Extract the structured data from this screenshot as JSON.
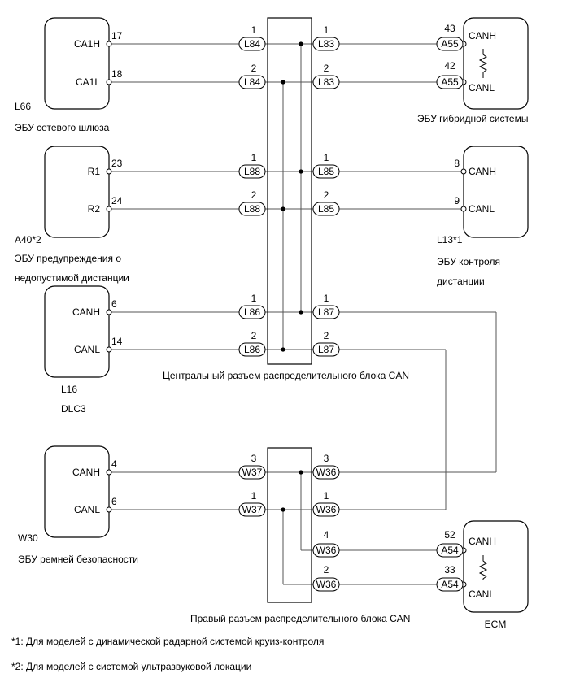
{
  "ecus": [
    {
      "id": "gateway",
      "code": "L66",
      "name": "ЭБУ сетевого шлюза",
      "pins": [
        {
          "label": "CA1H",
          "num": "17"
        },
        {
          "label": "CA1L",
          "num": "18"
        }
      ]
    },
    {
      "id": "dist-warning",
      "code": "A40*2",
      "name_lines": [
        "ЭБУ предупреждения о",
        "недопустимой дистанции"
      ],
      "pins": [
        {
          "label": "R1",
          "num": "23"
        },
        {
          "label": "R2",
          "num": "24"
        }
      ]
    },
    {
      "id": "dlc3",
      "code": "L16",
      "name": "DLC3",
      "pins": [
        {
          "label": "CANH",
          "num": "6"
        },
        {
          "label": "CANL",
          "num": "14"
        }
      ]
    },
    {
      "id": "seatbelt",
      "code": "W30",
      "name": "ЭБУ ремней безопасности",
      "pins": [
        {
          "label": "CANH",
          "num": "4"
        },
        {
          "label": "CANL",
          "num": "6"
        }
      ]
    },
    {
      "id": "hybrid",
      "code": "",
      "name": "ЭБУ гибридной системы",
      "pins": [
        {
          "label": "CANH",
          "num": "43",
          "conn": "A55"
        },
        {
          "label": "CANL",
          "num": "42",
          "conn": "A55"
        }
      ]
    },
    {
      "id": "distance-control",
      "code": "L13*1",
      "name_lines": [
        "ЭБУ контроля",
        "дистанции"
      ],
      "pins": [
        {
          "label": "CANH",
          "num": "8"
        },
        {
          "label": "CANL",
          "num": "9"
        }
      ]
    },
    {
      "id": "ecm",
      "code": "",
      "name": "ECM",
      "pins": [
        {
          "label": "CANH",
          "num": "52",
          "conn": "A54"
        },
        {
          "label": "CANL",
          "num": "33",
          "conn": "A54"
        }
      ]
    }
  ],
  "connectors": [
    {
      "label": "L84",
      "num": "1"
    },
    {
      "label": "L84",
      "num": "2"
    },
    {
      "label": "L83",
      "num": "1"
    },
    {
      "label": "L83",
      "num": "2"
    },
    {
      "label": "L88",
      "num": "1"
    },
    {
      "label": "L88",
      "num": "2"
    },
    {
      "label": "L85",
      "num": "1"
    },
    {
      "label": "L85",
      "num": "2"
    },
    {
      "label": "L86",
      "num": "1"
    },
    {
      "label": "L86",
      "num": "2"
    },
    {
      "label": "L87",
      "num": "1"
    },
    {
      "label": "L87",
      "num": "2"
    },
    {
      "label": "W37",
      "num": "3"
    },
    {
      "label": "W37",
      "num": "1"
    },
    {
      "label": "W36",
      "num": "3"
    },
    {
      "label": "W36",
      "num": "1"
    },
    {
      "label": "W36",
      "num": "4"
    },
    {
      "label": "W36",
      "num": "2"
    }
  ],
  "junctions": {
    "central": "Центральный разъем распределительного блока CAN",
    "right": "Правый разъем распределительного блока CAN"
  },
  "notes": [
    "*1: Для моделей с динамической радарной системой круиз-контроля",
    "*2: Для моделей с системой ультразвуковой локации"
  ],
  "colors": {
    "line": "#000000",
    "wire": "#555555",
    "background": "#ffffff"
  }
}
